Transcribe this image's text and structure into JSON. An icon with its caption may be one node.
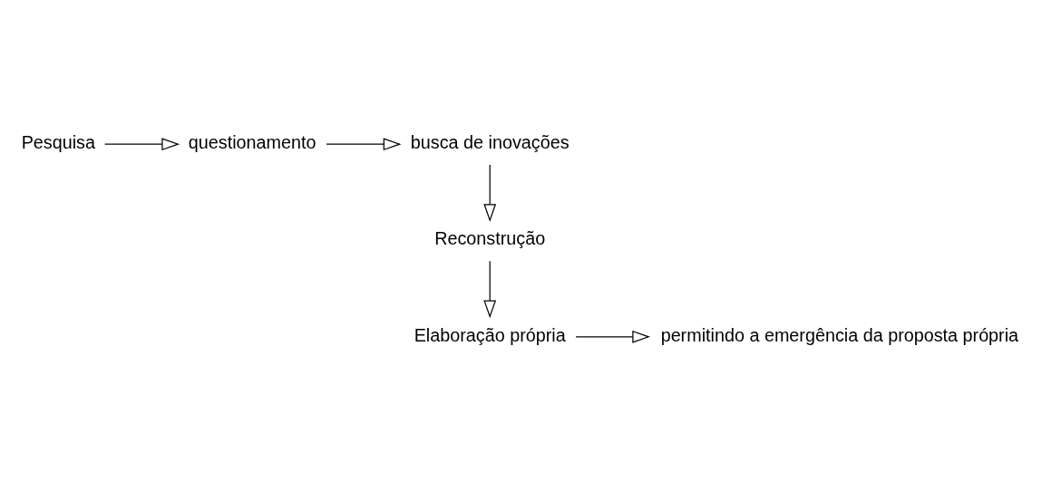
{
  "diagram": {
    "nodes": [
      {
        "text": [
          "Pesquisa"
        ]
      },
      {
        "text": [
          "questionamento"
        ]
      },
      {
        "text": [
          "busca de inovações"
        ]
      },
      {
        "text": [
          "Reconstrução"
        ]
      },
      {
        "text": [
          "Elaboração própria"
        ]
      },
      {
        "text": [
          "permitindo a emergência da proposta própria"
        ]
      }
    ],
    "edges": [
      {
        "from": 0,
        "to": 1,
        "arrow": "to"
      },
      {
        "from": 1,
        "to": 2,
        "arrow": "to"
      },
      {
        "from": 2,
        "to": 3,
        "arrow": "to"
      },
      {
        "from": 3,
        "to": 4,
        "arrow": "to"
      },
      {
        "from": 4,
        "to": 5,
        "arrow": "to"
      }
    ]
  }
}
